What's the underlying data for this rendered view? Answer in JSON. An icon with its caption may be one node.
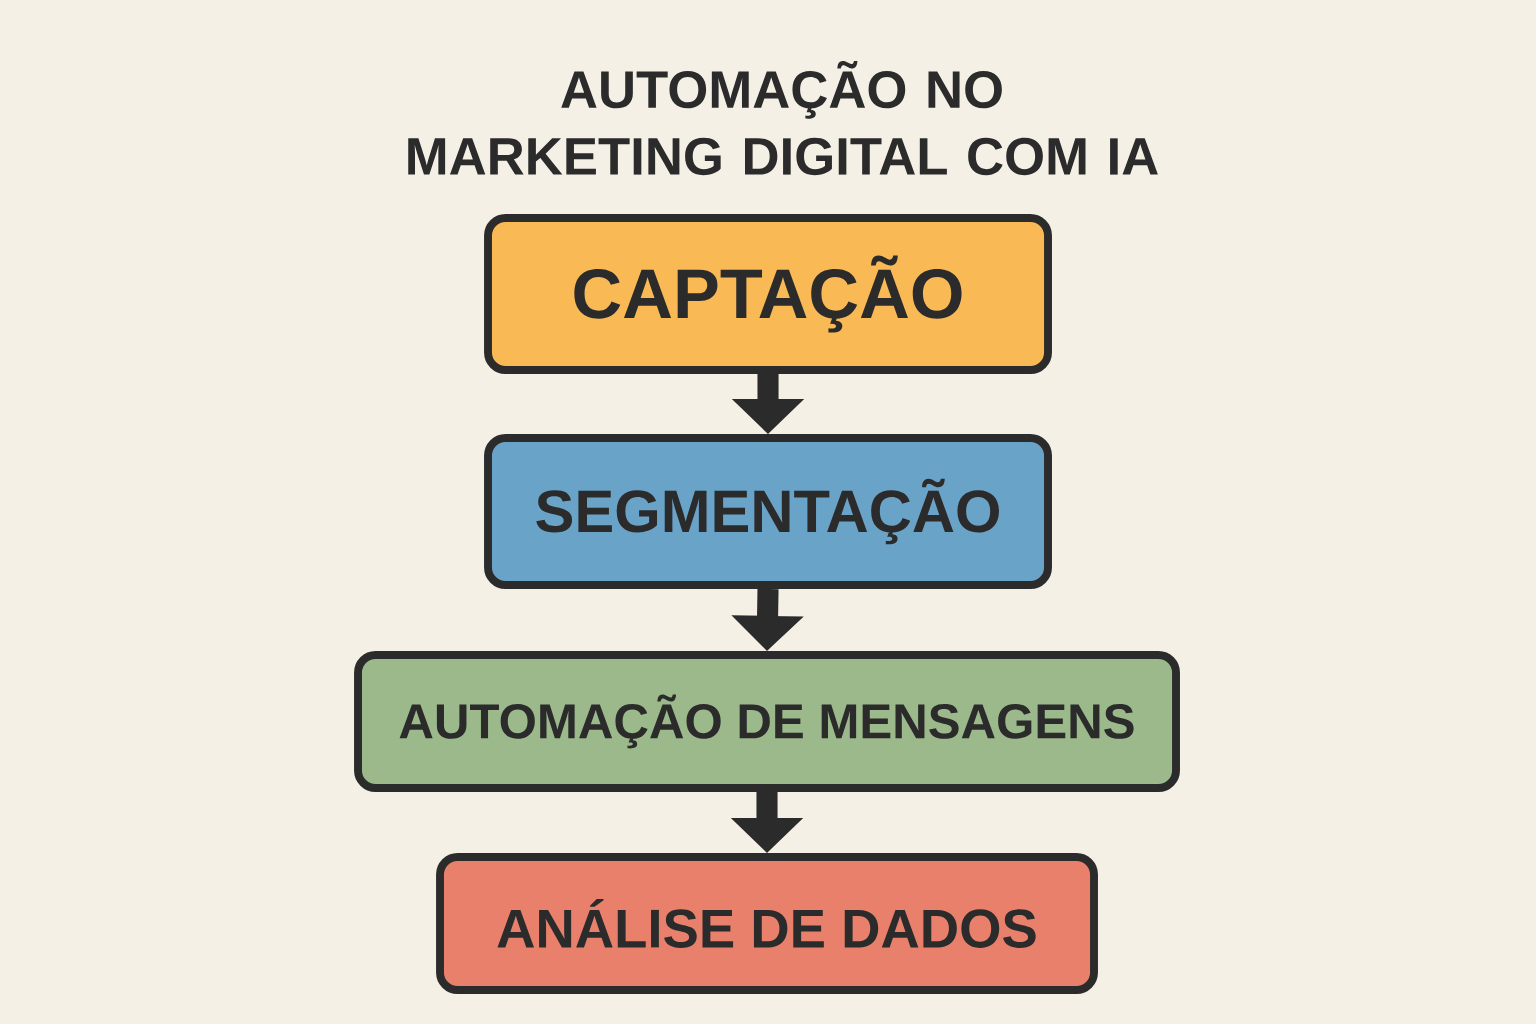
{
  "diagram": {
    "title": "AUTOMAÇÃO NO MARKETING DIGITAL COM IA",
    "nodes": [
      {
        "text": [
          "CAPTAÇÃO"
        ]
      },
      {
        "text": [
          "SEGMENTAÇÃO"
        ]
      },
      {
        "text": [
          "AUTOMAÇÃO DE MENSAGENS"
        ]
      },
      {
        "text": [
          "ANÁLISE DE DADOS"
        ]
      }
    ],
    "edges": [
      {
        "from": 0,
        "to": 1,
        "arrow": "to"
      },
      {
        "from": 1,
        "to": 2,
        "arrow": "to"
      },
      {
        "from": 2,
        "to": 3,
        "arrow": "to"
      }
    ]
  }
}
